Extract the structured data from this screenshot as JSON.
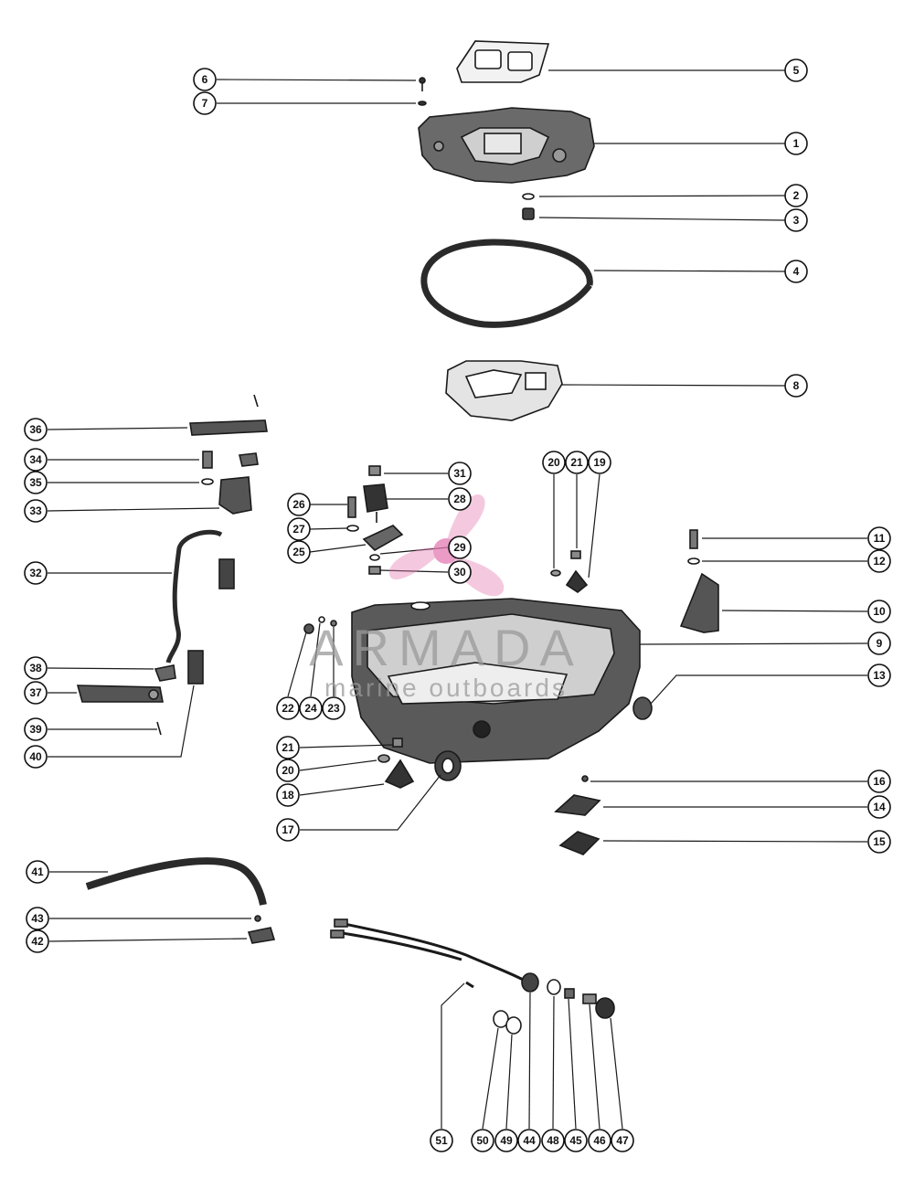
{
  "watermark": {
    "brand": "ARMADA",
    "tagline": "marine outboards",
    "logo_icon": "propeller-icon",
    "logo_color": "#e37bb3"
  },
  "colors": {
    "ink": "#1a1a1a",
    "part_fill": "#555555",
    "paper": "#ffffff"
  },
  "callouts": {
    "c1": "1",
    "c2": "2",
    "c3": "3",
    "c4": "4",
    "c5": "5",
    "c6": "6",
    "c7": "7",
    "c8": "8",
    "c9": "9",
    "c10": "10",
    "c11": "11",
    "c12": "12",
    "c13": "13",
    "c14": "14",
    "c15": "15",
    "c16": "16",
    "c17": "17",
    "c18": "18",
    "c19": "19",
    "c20a": "20",
    "c20b": "20",
    "c21a": "21",
    "c21b": "21",
    "c22": "22",
    "c23": "23",
    "c24": "24",
    "c25": "25",
    "c26": "26",
    "c27": "27",
    "c28": "28",
    "c29": "29",
    "c30": "30",
    "c31": "31",
    "c32": "32",
    "c33": "33",
    "c34": "34",
    "c35": "35",
    "c36": "36",
    "c37": "37",
    "c38": "38",
    "c39": "39",
    "c40": "40",
    "c41": "41",
    "c42": "42",
    "c43": "43",
    "c44": "44",
    "c45": "45",
    "c46": "46",
    "c47": "47",
    "c48": "48",
    "c49": "49",
    "c50": "50",
    "c51": "51"
  }
}
